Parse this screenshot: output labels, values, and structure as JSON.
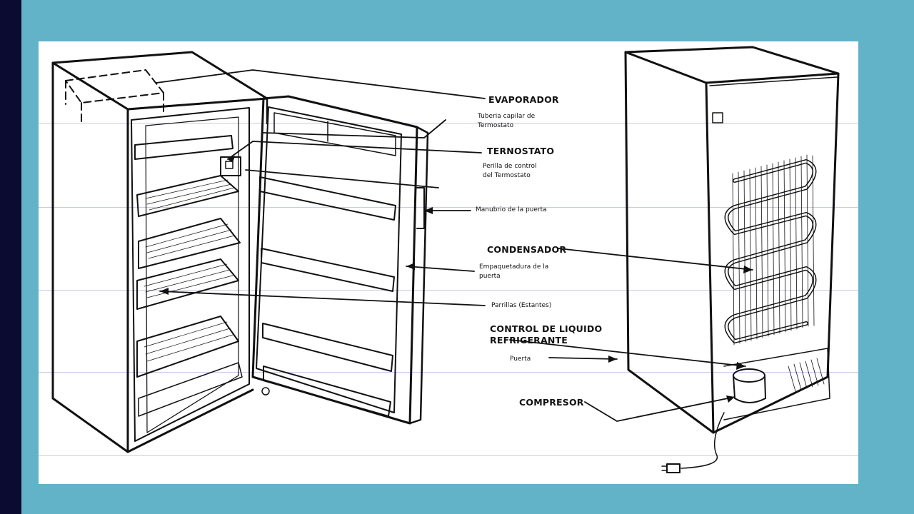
{
  "colors": {
    "background": "#62b2c8",
    "left_bar": "#0b0a30",
    "panel": "#ffffff",
    "ink": "#111111",
    "guide_lines": "#c9c9ea"
  },
  "labels": {
    "evaporador": "EVAPORADOR",
    "tuberia": "Tuberia capilar de\nTermostato",
    "termostato": "TERNOSTATO",
    "perilla": "Perilla de control\ndel Termostato",
    "manubrio": "Manubrio de la puerta",
    "condensador": "CONDENSADOR",
    "empaquetadura": "Empaquetadura de la\npuerta",
    "parrillas": "Parrillas (Estantes)",
    "control_liquido": "CONTROL DE LIQUIDO\nREFRIGERANTE",
    "puerta": "Puerta",
    "compresor": "COMPRESOR"
  },
  "icons": [
    "refrigerator-front-illustration",
    "refrigerator-back-illustration",
    "power-plug-icon"
  ]
}
